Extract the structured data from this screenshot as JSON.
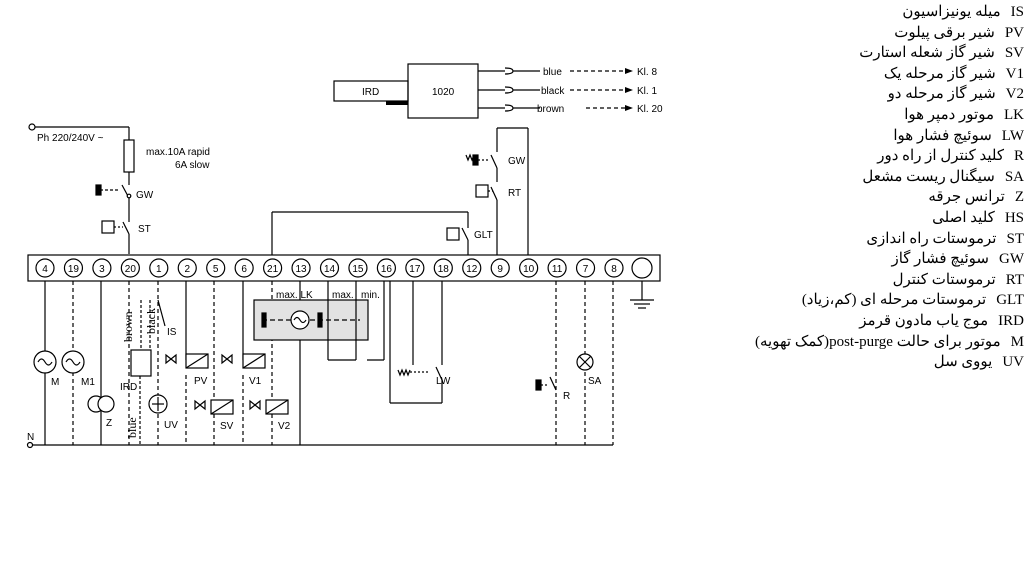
{
  "diagram": {
    "supply": {
      "phase_label": "Ph 220/240V ~",
      "neutral_label": "N"
    },
    "fuse": {
      "label_line1": "max.10A rapid",
      "label_line2": "6A slow"
    },
    "ird_box": {
      "ird_label": "IRD",
      "unit_label": "1020"
    },
    "ird_outputs": [
      {
        "wire": "blue",
        "terminal": "Kl. 8"
      },
      {
        "wire": "black",
        "terminal": "Kl. 1"
      },
      {
        "wire": "brown",
        "terminal": "Kl. 20"
      }
    ],
    "terminals": [
      "4",
      "19",
      "3",
      "20",
      "1",
      "2",
      "5",
      "6",
      "21",
      "13",
      "14",
      "15",
      "16",
      "17",
      "18",
      "12",
      "9",
      "10",
      "11",
      "7",
      "8"
    ],
    "actuator_labels": {
      "max_lk": "max. LK",
      "max": "max.",
      "min": "min."
    },
    "wire_colors": {
      "brown": "brown",
      "black": "black",
      "blue": "blue"
    },
    "component_labels": {
      "gw_left": "GW",
      "st": "ST",
      "gw_right": "GW",
      "rt": "RT",
      "glt": "GLT",
      "is": "IS",
      "m": "M",
      "m1": "M1",
      "z": "Z",
      "ird": "IRD",
      "uv": "UV",
      "pv": "PV",
      "sv": "SV",
      "v1": "V1",
      "v2": "V2",
      "lw": "LW",
      "r": "R",
      "sa": "SA"
    }
  },
  "legend": [
    {
      "code": "IS",
      "text": "میله یونیزاسیون"
    },
    {
      "code": "PV",
      "text": "شیر برقی پیلوت"
    },
    {
      "code": "SV",
      "text": "شیر گاز شعله استارت"
    },
    {
      "code": "V1",
      "text": "شیر گاز مرحله یک"
    },
    {
      "code": "V2",
      "text": "شیر گاز مرحله دو"
    },
    {
      "code": "LK",
      "text": "موتور دمپر هوا"
    },
    {
      "code": "LW",
      "text": "سوئیچ فشار هوا"
    },
    {
      "code": "R",
      "text": "کلید کنترل از راه دور"
    },
    {
      "code": "SA",
      "text": "سیگنال ریست مشعل"
    },
    {
      "code": "Z",
      "text": "ترانس جرقه"
    },
    {
      "code": "HS",
      "text": "کلید اصلی"
    },
    {
      "code": "ST",
      "text": "ترموستات راه اندازی"
    },
    {
      "code": "GW",
      "text": "سوئیچ فشار گاز"
    },
    {
      "code": "RT",
      "text": "ترموستات کنترل"
    },
    {
      "code": "GLT",
      "text": "ترموستات مرحله ای (کم،زیاد)"
    },
    {
      "code": "IRD",
      "text": "موج یاب مادون قرمز"
    },
    {
      "code": "M",
      "text": "موتور برای حالت post-purge(کمک تهویه)"
    },
    {
      "code": "UV",
      "text": "یووی سل"
    }
  ]
}
